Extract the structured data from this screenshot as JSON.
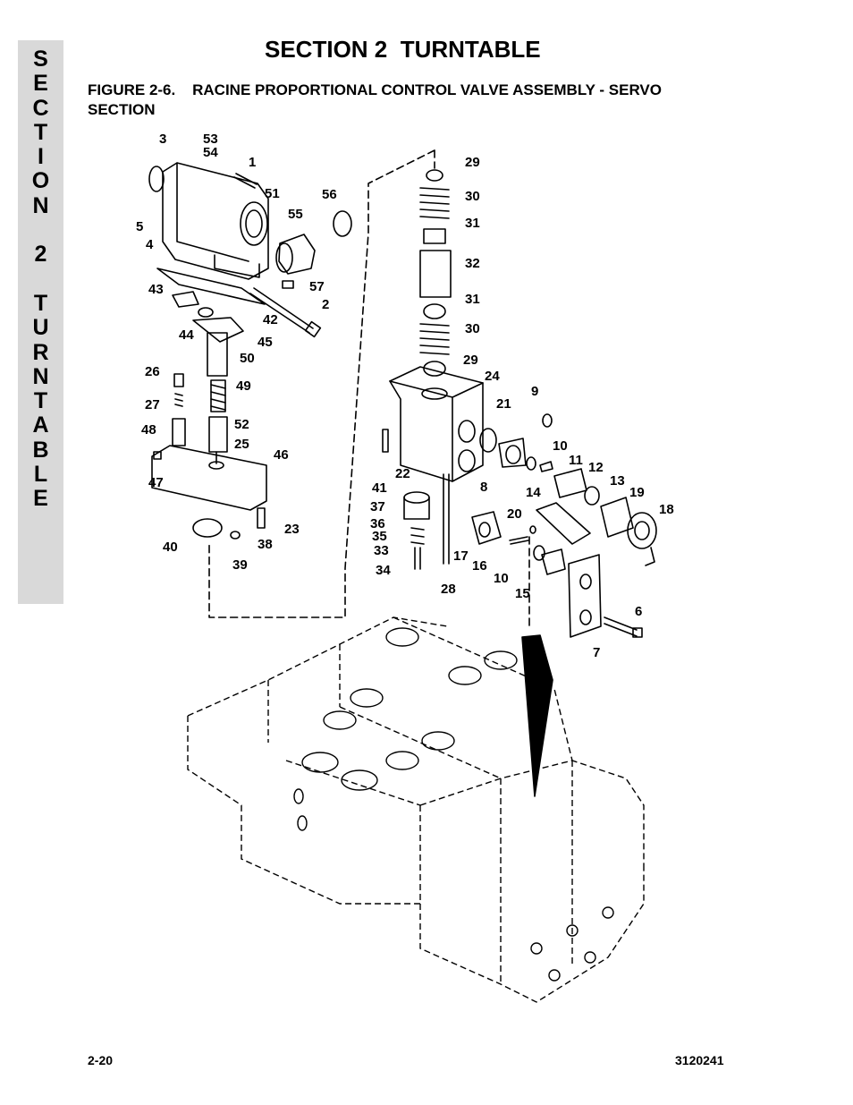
{
  "side_tab": {
    "letters": [
      "S",
      "E",
      "C",
      "T",
      "I",
      "O",
      "N",
      "",
      "2",
      "",
      "T",
      "U",
      "R",
      "N",
      "T",
      "A",
      "B",
      "L",
      "E"
    ]
  },
  "header": {
    "section_title": "SECTION 2  TURNTABLE"
  },
  "figure": {
    "caption": "FIGURE 2-6.    RACINE PROPORTIONAL CONTROL VALVE ASSEMBLY - SERVO\nSECTION",
    "callouts": [
      "1",
      "2",
      "3",
      "4",
      "5",
      "6",
      "7",
      "8",
      "9",
      "10",
      "11",
      "12",
      "13",
      "14",
      "15",
      "16",
      "17",
      "18",
      "19",
      "20",
      "21",
      "22",
      "23",
      "24",
      "25",
      "26",
      "27",
      "28",
      "29",
      "30",
      "31",
      "32",
      "33",
      "34",
      "35",
      "36",
      "37",
      "38",
      "39",
      "40",
      "41",
      "42",
      "43",
      "44",
      "45",
      "46",
      "47",
      "48",
      "49",
      "50",
      "51",
      "52",
      "53",
      "54",
      "55",
      "56",
      "57"
    ]
  },
  "footer": {
    "page_number": "2-20",
    "document_number": "3120241"
  }
}
